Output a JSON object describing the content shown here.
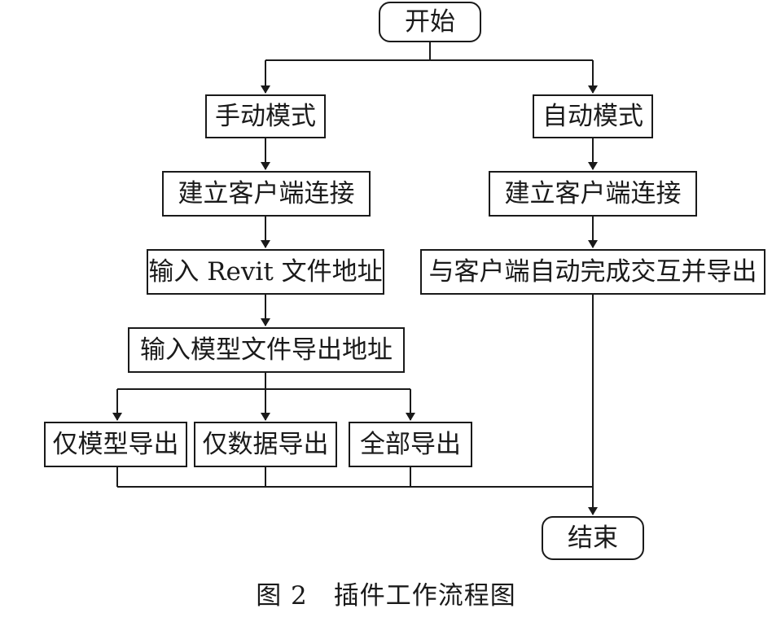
{
  "nodes": {
    "start": "开始",
    "manual_mode": "手动模式",
    "auto_mode": "自动模式",
    "manual_connect": "建立客户端连接",
    "auto_connect": "建立客户端连接",
    "input_revit_path": "输入 Revit 文件地址",
    "auto_export": "与客户端自动完成交互并导出",
    "input_export_path": "输入模型文件导出地址",
    "export_model_only": "仅模型导出",
    "export_data_only": "仅数据导出",
    "export_all": "全部导出",
    "end": "结束"
  },
  "caption": "图 2　插件工作流程图"
}
